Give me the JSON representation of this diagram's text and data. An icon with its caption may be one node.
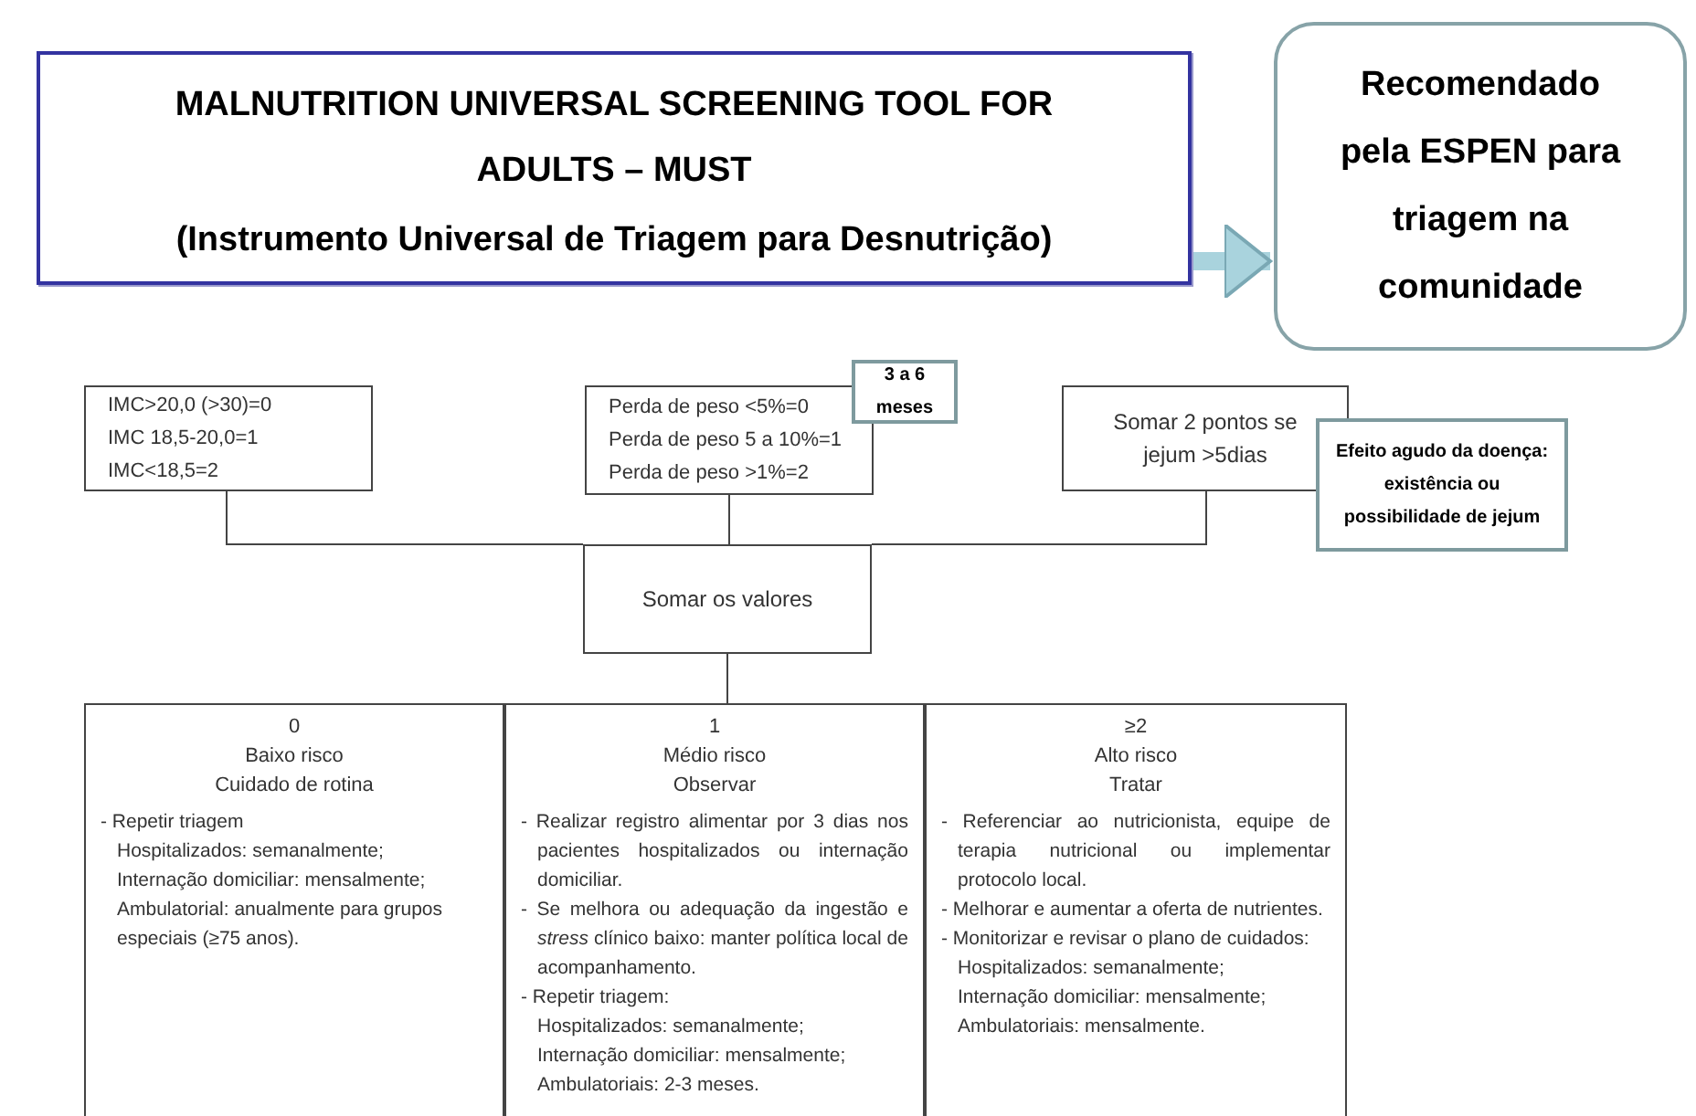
{
  "diagram": {
    "nodes": [
      {
        "text": [
          "MALNUTRITION UNIVERSAL SCREENING TOOL FOR ADULTS – MUST",
          "(Instrumento Universal de Triagem para Desnutrição)"
        ]
      },
      {
        "text": [
          "Recomendado pela ESPEN para triagem na comunidade"
        ]
      },
      {
        "text": [
          "IMC>20,0 (>30)=0",
          "IMC 18,5-20,0=1",
          "IMC<18,5=2"
        ]
      },
      {
        "text": [
          "Perda de peso <5%=0",
          "Perda de peso 5 a 10%=1",
          "Perda de peso >1%=2"
        ]
      },
      {
        "text": [
          "3 a 6 meses"
        ]
      },
      {
        "text": [
          "Somar 2 pontos se jejum >5dias"
        ]
      },
      {
        "text": [
          "Efeito agudo da doença: existência ou possibilidade de jejum"
        ]
      },
      {
        "text": [
          "Somar os valores"
        ]
      },
      {
        "text": [
          "0",
          "Baixo risco",
          "Cuidado de rotina",
          "- Repetir triagem",
          "Hospitalizados: semanalmente;",
          "Internação domiciliar: mensalmente;",
          "Ambulatorial: anualmente para grupos especiais (≥75 anos)."
        ]
      },
      {
        "text": [
          "1",
          "Médio risco",
          "Observar",
          "- Realizar registro alimentar por 3 dias nos pacientes hospitalizados ou internação domiciliar.",
          "- Se melhora ou adequação da ingestão e *stress* clínico baixo: manter política local de acompanhamento.",
          "- Repetir triagem:",
          "Hospitalizados: semanalmente;",
          "Internação domiciliar: mensalmente;",
          "Ambulatoriais: 2-3 meses."
        ]
      },
      {
        "text": [
          "≥2",
          "Alto risco",
          "Tratar",
          "- Referenciar ao nutricionista, equipe de terapia nutricional ou implementar protocolo local.",
          "- Melhorar e aumentar a oferta de nutrientes.",
          "- Monitorizar e revisar o plano de cuidados:",
          "Hospitalizados: semanalmente;",
          "Internação domiciliar: mensalmente;",
          "Ambulatoriais: mensalmente."
        ]
      }
    ],
    "edges": [
      {
        "from": 0,
        "to": 1,
        "arrow": "to",
        "style": "thick",
        "color": "#a9d3dd"
      },
      {
        "from": 2,
        "to": 7,
        "arrow": "none"
      },
      {
        "from": 3,
        "to": 7,
        "arrow": "none"
      },
      {
        "from": 5,
        "to": 7,
        "arrow": "none"
      },
      {
        "from": 7,
        "to": 9,
        "arrow": "none"
      }
    ]
  }
}
